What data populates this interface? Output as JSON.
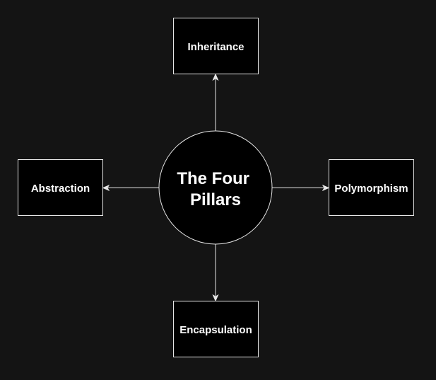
{
  "diagram": {
    "center": {
      "line1": "The Four",
      "line2": "Pillars"
    },
    "nodes": {
      "top": "Inheritance",
      "left": "Abstraction",
      "right": "Polymorphism",
      "bottom": "Encapsulation"
    },
    "colors": {
      "background": "#141414",
      "node_fill": "#000000",
      "stroke": "#e6e6e6",
      "text": "#ffffff"
    }
  }
}
